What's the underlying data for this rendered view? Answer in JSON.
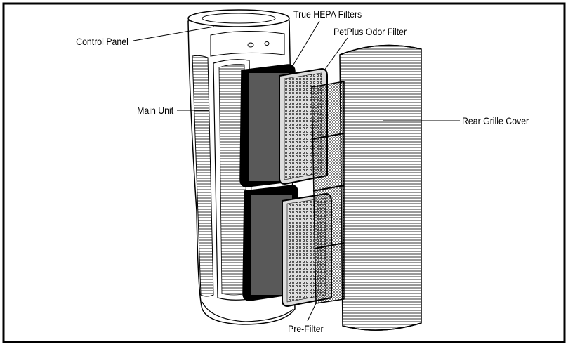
{
  "labels": {
    "control_panel": "Control Panel",
    "main_unit": "Main Unit",
    "true_hepa_filters": "True HEPA Filters",
    "petplus_odor_filter": "PetPlus Odor Filter",
    "rear_grille_cover": "Rear Grille Cover",
    "pre_filter": "Pre-Filter"
  }
}
